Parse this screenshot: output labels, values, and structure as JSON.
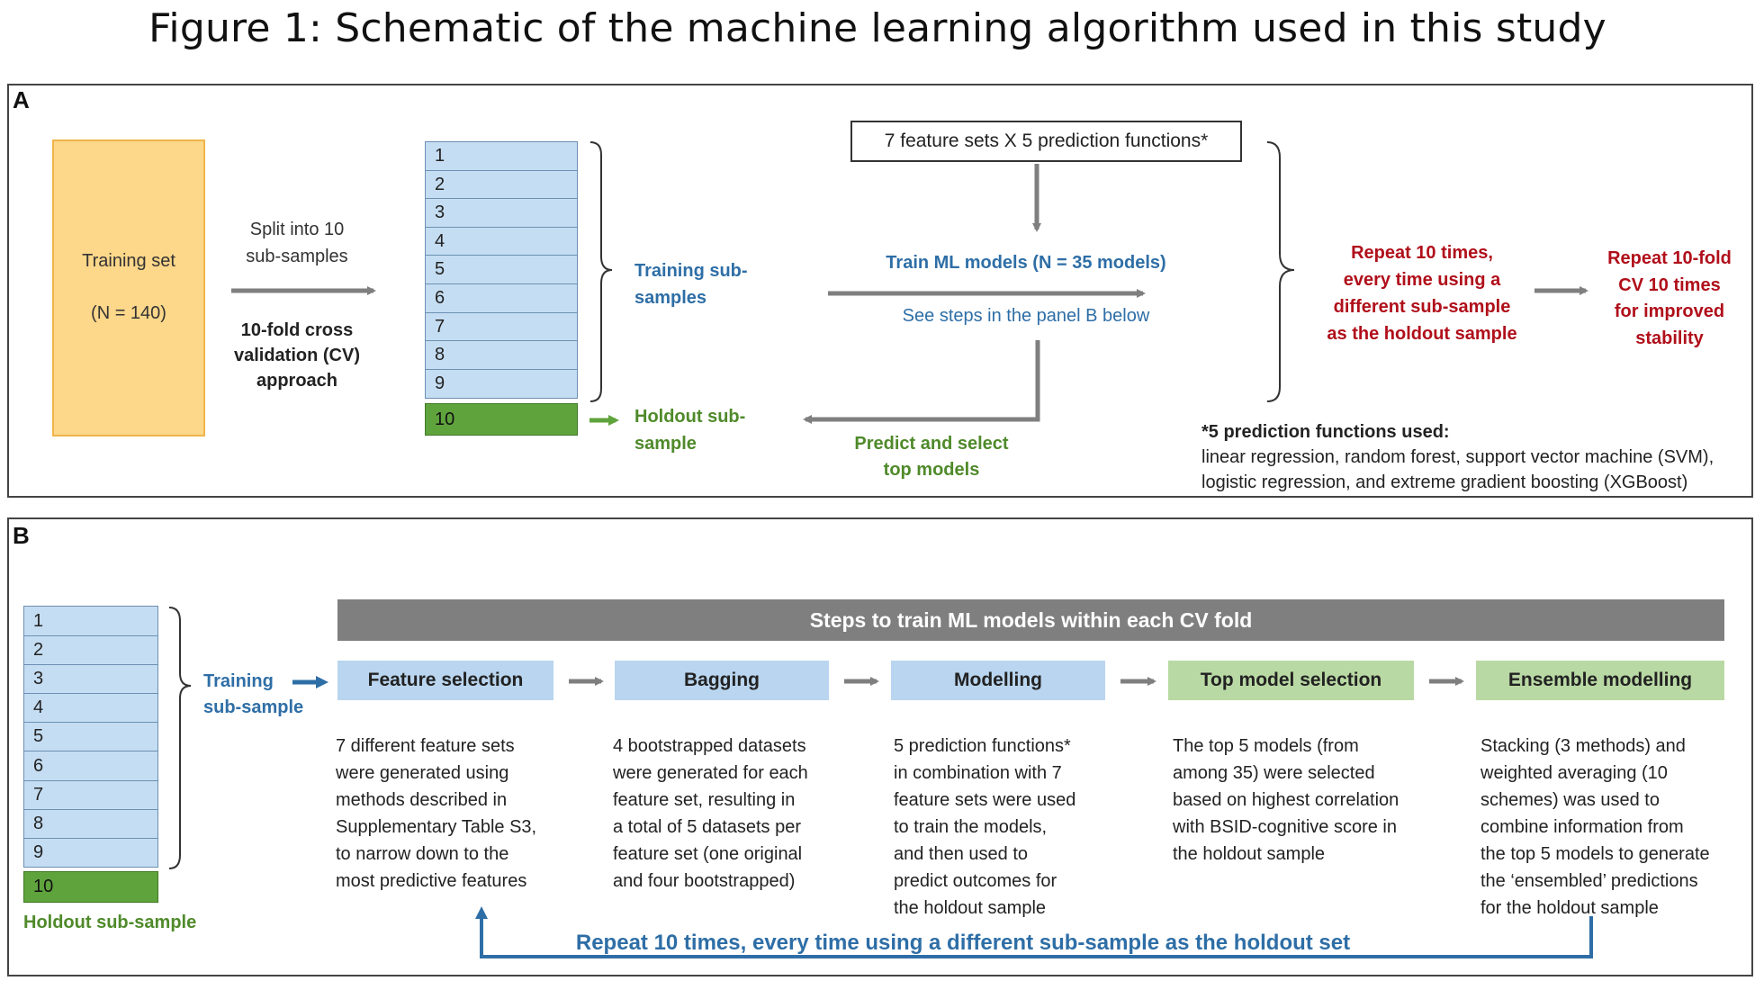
{
  "title": "Figure 1: Schematic of the machine learning algorithm used in this study",
  "panel_a": {
    "label": "A",
    "training_set": "Training set",
    "training_n": "(N = 140)",
    "split_line1": "Split into 10",
    "split_line2": "sub-samples",
    "cv_line1": "10-fold cross",
    "cv_line2": "validation (CV)",
    "cv_line3": "approach",
    "folds": [
      "1",
      "2",
      "3",
      "4",
      "5",
      "6",
      "7",
      "8",
      "9",
      "10"
    ],
    "training_sub_line1": "Training sub-",
    "training_sub_line2": "samples",
    "holdout_sub_line1": "Holdout sub-",
    "holdout_sub_line2": "sample",
    "feature_box": "7 feature sets X 5 prediction functions*",
    "train_models": "Train ML models (N = 35 models)",
    "see_steps": "See steps in the panel B below",
    "predict_line1": "Predict and select",
    "predict_line2": "top models",
    "repeat_line1": "Repeat 10 times,",
    "repeat_line2": "every time using a",
    "repeat_line3": "different sub-sample",
    "repeat_line4": "as the holdout sample",
    "repeat_cv_line1": "Repeat 10-fold",
    "repeat_cv_line2": "CV 10 times",
    "repeat_cv_line3": "for improved",
    "repeat_cv_line4": "stability",
    "footnote_title": "*5 prediction functions used:",
    "footnote_line1": "linear regression, random forest, support vector machine (SVM),",
    "footnote_line2": "logistic regression, and extreme gradient boosting (XGBoost)"
  },
  "panel_b": {
    "label": "B",
    "folds": [
      "1",
      "2",
      "3",
      "4",
      "5",
      "6",
      "7",
      "8",
      "9",
      "10"
    ],
    "holdout_label": "Holdout sub-sample",
    "training_line1": "Training",
    "training_line2": "sub-sample",
    "steps_header": "Steps to train ML models within each CV fold",
    "steps": [
      {
        "label": "Feature selection",
        "lines": [
          "7 different feature sets",
          "were generated using",
          "methods described in",
          "Supplementary Table S3,",
          "to narrow down to the",
          "most predictive features"
        ]
      },
      {
        "label": "Bagging",
        "lines": [
          "4 bootstrapped datasets",
          "were generated for each",
          "feature set, resulting in",
          "a total of 5 datasets per",
          "feature set (one original",
          "and four bootstrapped)"
        ]
      },
      {
        "label": "Modelling",
        "lines": [
          "5 prediction functions*",
          "in combination with 7",
          "feature sets were used",
          "to train the models,",
          "and then used to",
          "predict outcomes for",
          "the holdout sample"
        ]
      },
      {
        "label": "Top model selection",
        "lines": [
          "The top 5 models (from",
          "among 35) were selected",
          "based on highest correlation",
          "with BSID-cognitive score in",
          "the holdout sample"
        ]
      },
      {
        "label": "Ensemble modelling",
        "lines": [
          "Stacking (3 methods) and",
          "weighted averaging (10",
          "schemes) was used to",
          "combine information from",
          "the top 5 models to generate",
          "the ‘ensembled’ predictions",
          "for the holdout sample"
        ]
      }
    ],
    "repeat_text": "Repeat 10 times, every time using a different sub-sample as the holdout set"
  },
  "colors": {
    "blue_text": "#2e6ea6",
    "green_text": "#4f8a2a",
    "red_text": "#b00f1a",
    "fold_fill": "#c5ddf2",
    "holdout_fill": "#5fa33d",
    "training_set_fill": "#fdd78a",
    "header_bar": "#7f7f7f"
  }
}
